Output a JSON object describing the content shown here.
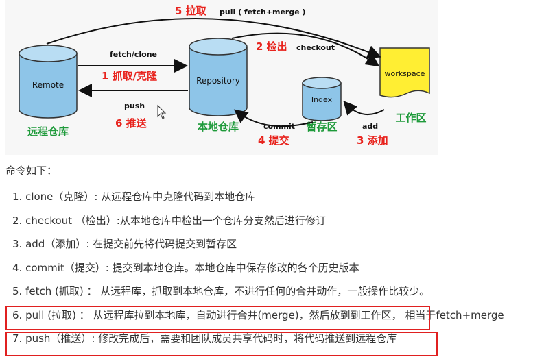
{
  "diagram": {
    "nodes": {
      "remote": {
        "name": "Remote",
        "caption": "远程仓库"
      },
      "repository": {
        "name": "Repository",
        "caption": "本地仓库"
      },
      "index": {
        "name": "Index",
        "caption": "暂存区"
      },
      "workspace": {
        "name": "workspace",
        "caption": "工作区"
      }
    },
    "arrows": {
      "pull": {
        "step": "5 拉取",
        "label": "pull ( fetch+merge )"
      },
      "checkout": {
        "step": "2 检出",
        "label": "checkout"
      },
      "clone": {
        "step": "1 抓取/克隆",
        "label": "fetch/clone"
      },
      "push": {
        "step": "6 推送",
        "label": "push"
      },
      "commit": {
        "step": "4 提交",
        "label": "commit"
      },
      "add": {
        "step": "3 添加",
        "label": "add"
      }
    },
    "colors": {
      "cylinder_fill": "#8ec5e8",
      "cylinder_top": "#b9ddf3",
      "workspace_fill": "#ffee33",
      "step_red": "#e8231d",
      "caption_green": "#1e9a3a",
      "highlight_red": "#e02020"
    }
  },
  "commands": {
    "title": "命令如下：",
    "items": [
      "1. clone（克隆）: 从远程仓库中克隆代码到本地仓库",
      "2. checkout （检出）:从本地仓库中检出一个仓库分支然后进行修订",
      "3. add（添加）: 在提交前先将代码提交到暂存区",
      "4. commit（提交）: 提交到本地仓库。本地仓库中保存修改的各个历史版本",
      "5. fetch (抓取) ：  从远程库，抓取到本地仓库，不进行任何的合并动作，一般操作比较少。",
      "6. pull (拉取) ：  从远程库拉到本地库，自动进行合并(merge)，然后放到到工作区，  相当于fetch+merge",
      "7. push（推送）: 修改完成后，需要和团队成员共享代码时，将代码推送到远程仓库"
    ]
  }
}
